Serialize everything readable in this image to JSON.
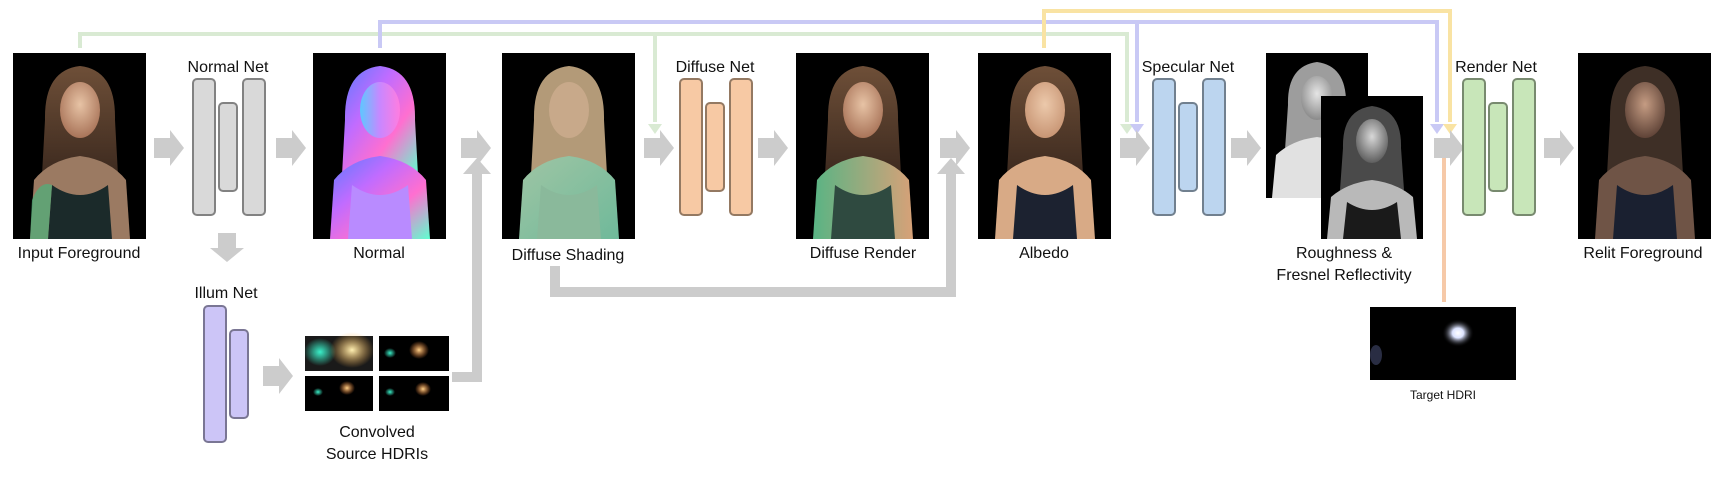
{
  "labels": {
    "input": "Input Foreground",
    "normal_net": "Normal Net",
    "normal": "Normal",
    "illum_net": "Illum Net",
    "convolved_1": "Convolved",
    "convolved_2": "Source HDRIs",
    "diffuse_shading": "Diffuse Shading",
    "diffuse_net": "Diffuse Net",
    "diffuse_render": "Diffuse Render",
    "albedo": "Albedo",
    "specular_net": "Specular Net",
    "roughness_1": "Roughness &",
    "roughness_2": "Fresnel Reflectivity",
    "target_hdri": "Target HDRI",
    "render_net": "Render Net",
    "relit": "Relit Foreground"
  },
  "colors": {
    "normal_net": "#d9d9d9",
    "illum_net": "#ccc5f7",
    "diffuse_net": "#f7c9a4",
    "specular_net": "#bcd5ef",
    "render_net": "#c8e6b9",
    "skip_green": "#d9ead3",
    "skip_blue": "#c9c9f5",
    "skip_yellow": "#f9e3a3",
    "skip_orange": "#f6c9a8",
    "flow_arrow": "#cccccc"
  },
  "icons": {
    "portrait": "portrait-photo-icon",
    "network": "encoder-decoder-icon",
    "arrow": "flow-arrow-icon"
  }
}
